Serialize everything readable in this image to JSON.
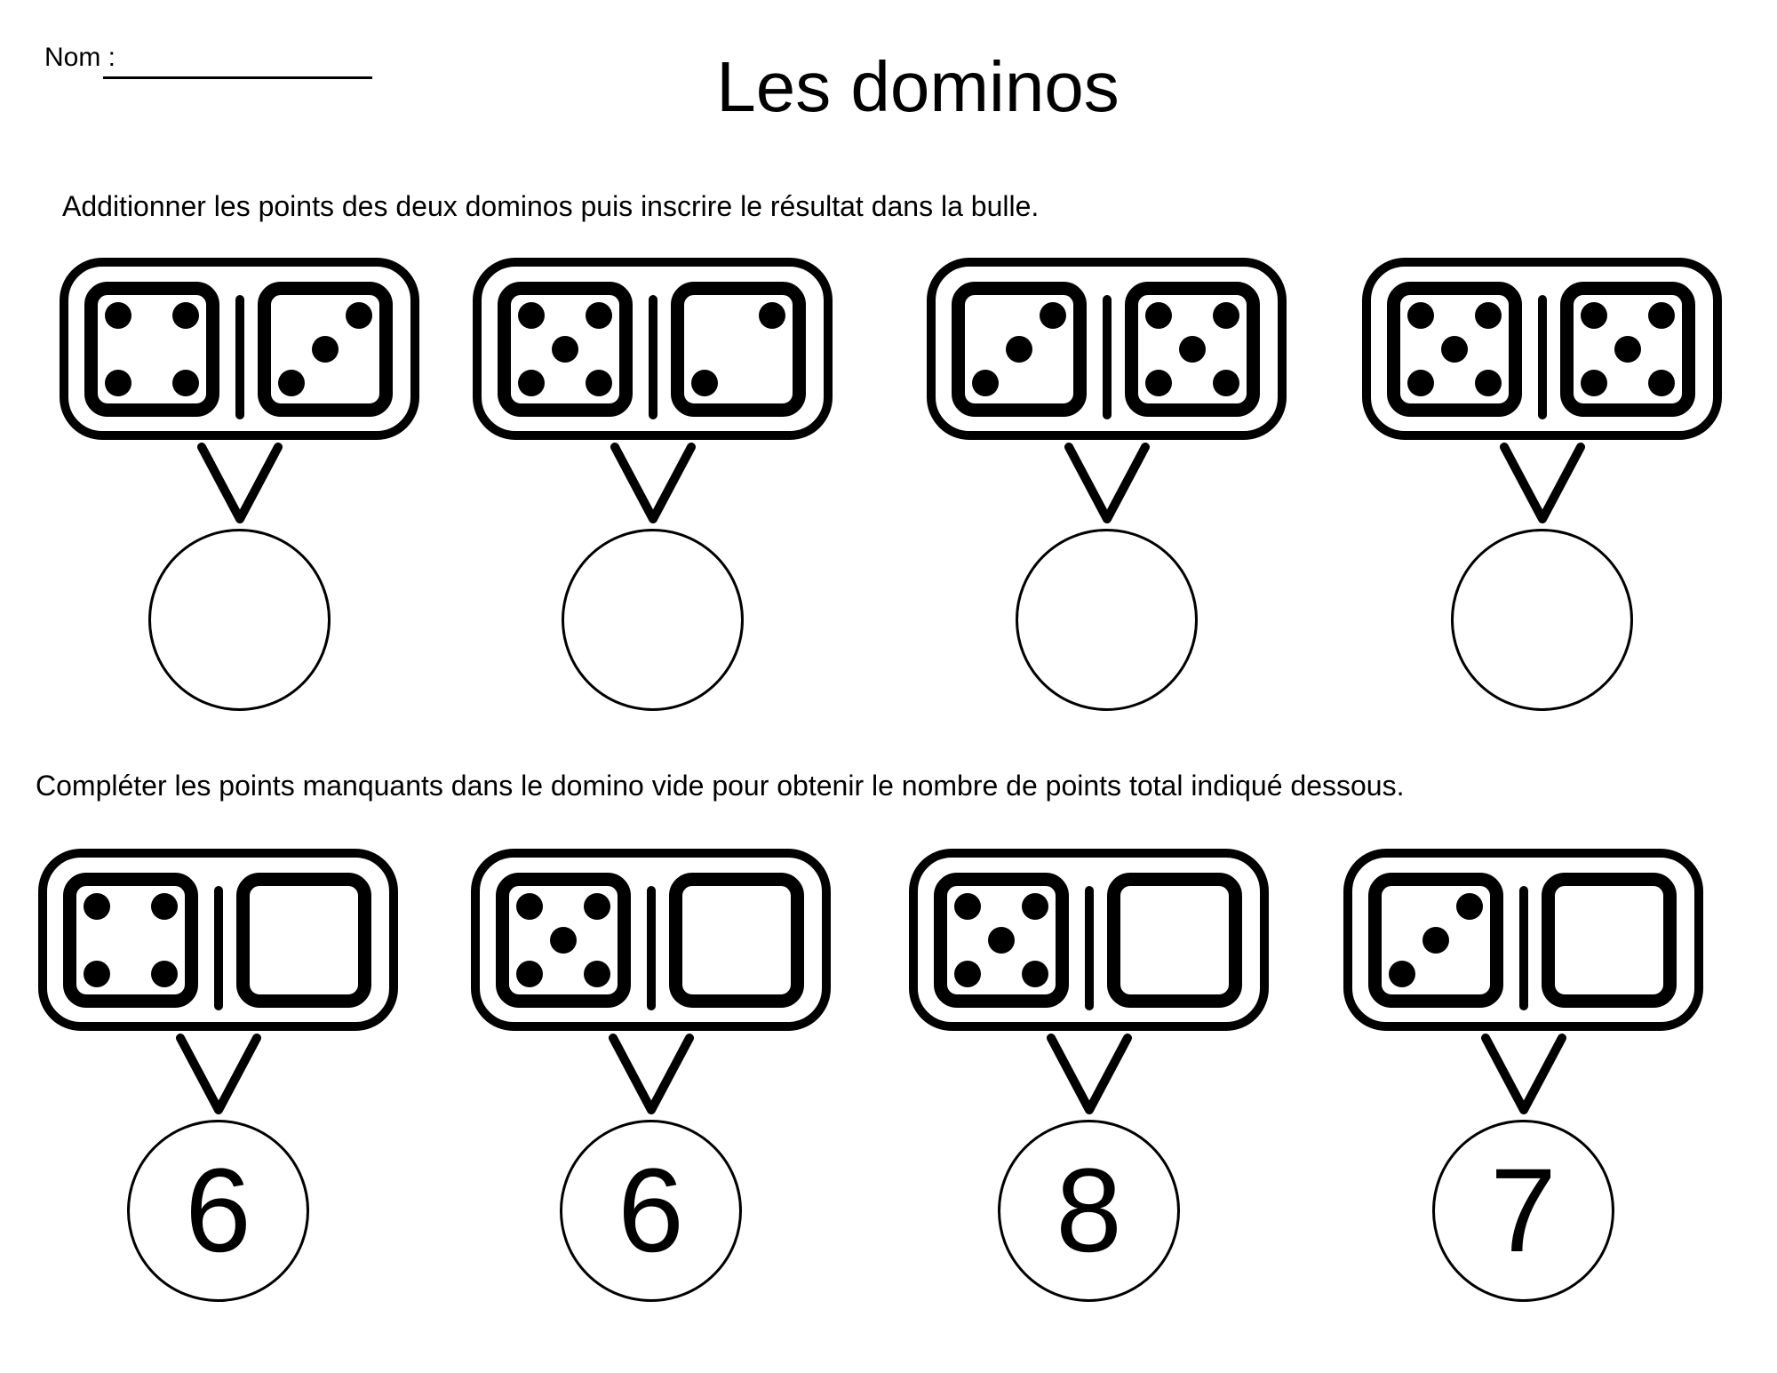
{
  "page": {
    "name_label": "Nom :",
    "title": "Les dominos"
  },
  "colors": {
    "ink": "#000000",
    "paper": "#ffffff"
  },
  "section_addition": {
    "instruction": "Additionner les points des deux dominos puis inscrire le résultat dans la bulle.",
    "dominoes": [
      {
        "left_pips": 4,
        "right_pips": 3,
        "answer": ""
      },
      {
        "left_pips": 5,
        "right_pips": 2,
        "answer": ""
      },
      {
        "left_pips": 3,
        "right_pips": 5,
        "answer": ""
      },
      {
        "left_pips": 5,
        "right_pips": 5,
        "answer": ""
      }
    ]
  },
  "section_completion": {
    "instruction": "Compléter les points manquants dans le domino vide pour obtenir le nombre de points total indiqué dessous.",
    "dominoes": [
      {
        "left_pips": 4,
        "right_pips": 0,
        "total": "6"
      },
      {
        "left_pips": 5,
        "right_pips": 0,
        "total": "6"
      },
      {
        "left_pips": 5,
        "right_pips": 0,
        "total": "8"
      },
      {
        "left_pips": 3,
        "right_pips": 0,
        "total": "7"
      }
    ]
  }
}
